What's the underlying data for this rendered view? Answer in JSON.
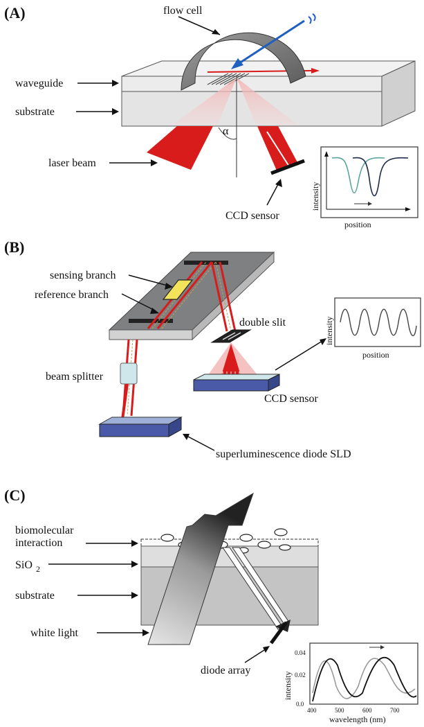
{
  "panels": {
    "a": {
      "tag": "(A)",
      "labels": {
        "flow_cell": "flow cell",
        "waveguide": "waveguide",
        "substrate": "substrate",
        "laser_beam": "laser beam",
        "ccd_sensor": "CCD sensor",
        "alpha": "α"
      },
      "inset": {
        "xlabel": "position",
        "ylabel": "intensity"
      }
    },
    "b": {
      "tag": "(B)",
      "labels": {
        "sensing_branch": "sensing branch",
        "reference_branch": "reference branch",
        "double_slit": "double slit",
        "beam_splitter": "beam splitter",
        "ccd_sensor": "CCD sensor",
        "sld": "superluminescence diode SLD"
      },
      "inset": {
        "xlabel": "position",
        "ylabel": "intensity"
      }
    },
    "c": {
      "tag": "(C)",
      "labels": {
        "biomolecular": "biomolecular",
        "interaction": "interaction",
        "sio2": "SiO",
        "sio2_sub": "2",
        "substrate": "substrate",
        "white_light": "white light",
        "diode_array": "diode array"
      },
      "inset": {
        "xlabel": "wavelength (nm)",
        "ylabel": "intensity",
        "xticks": [
          "400",
          "500",
          "600",
          "700"
        ],
        "yticks": [
          "0.0",
          "0.02",
          "0.04"
        ]
      }
    }
  },
  "colors": {
    "laser": "#d81b1b",
    "laser_light": "#f4a0a0",
    "blue_arrow": "#1f5fbf",
    "sensor_blue": "#4a5aa8",
    "curve_teal": "#5aa59a",
    "curve_navy": "#1f2a4a"
  }
}
